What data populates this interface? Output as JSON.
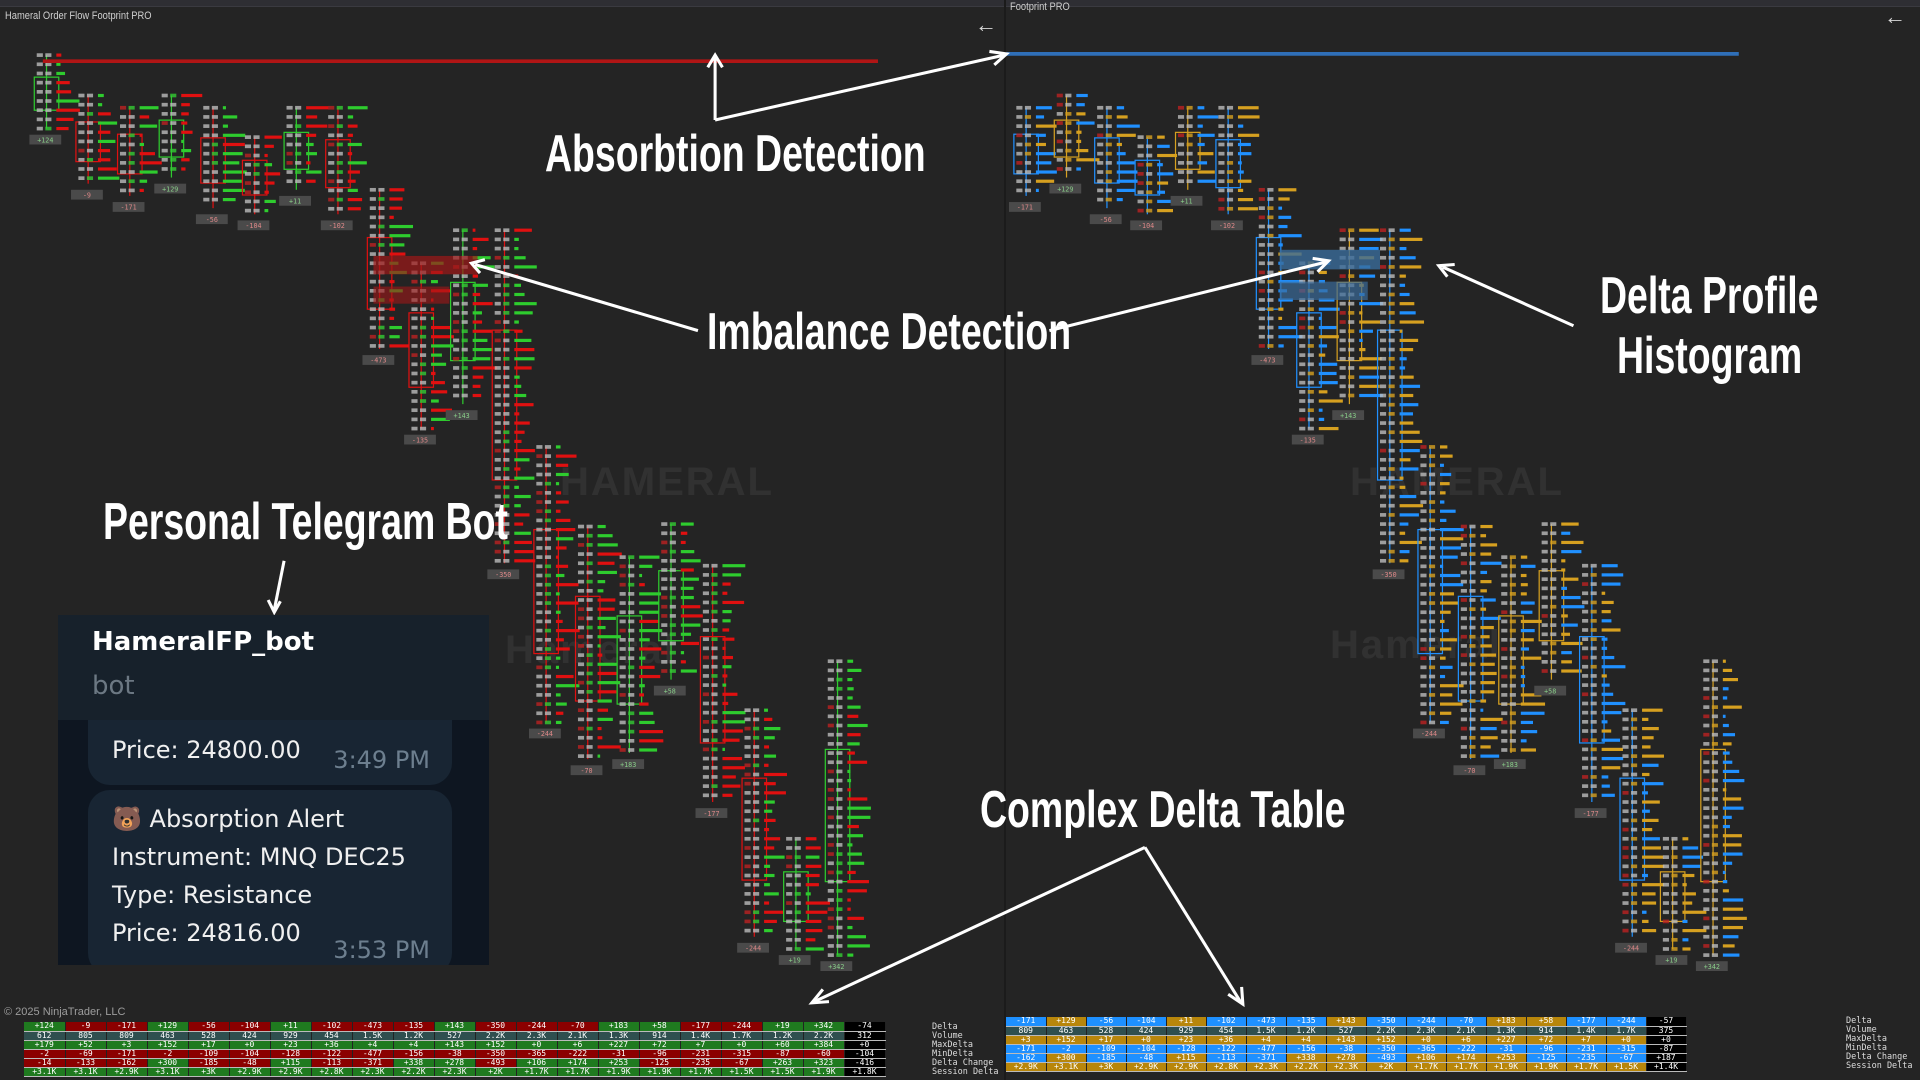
{
  "left_window": {
    "title": "Hameral Order Flow Footprint PRO",
    "back_icon": "arrow-left"
  },
  "right_window": {
    "title": "Footprint PRO",
    "back_icon": "arrow-left"
  },
  "annotations": {
    "absorption": "Absorbtion Detection",
    "imbalance": "Imbalance Detection",
    "delta_profile_1": "Delta Profile",
    "delta_profile_2": "Histogram",
    "telegram": "Personal Telegram Bot",
    "delta_table": "Complex Delta Table"
  },
  "watermark": {
    "logo": "HAMERAL",
    "text": "Hameral"
  },
  "telegram": {
    "bot_name": "HameralFP_bot",
    "bot_subtitle": "bot",
    "messages": [
      {
        "lines": [
          "Price: 24800.00"
        ],
        "time": "3:49 PM"
      },
      {
        "icon": "🐻",
        "lines": [
          "Absorption Alert",
          "Instrument: MNQ DEC25",
          "Type: Resistance",
          "Price: 24816.00"
        ],
        "time": "3:53 PM"
      }
    ]
  },
  "colors": {
    "pos_left": "#1f7a1f",
    "neg_left": "#8b0000",
    "pos_right": "#b8860b",
    "neg_right": "#1e90ff",
    "volume": "#2f4f4f",
    "total": "#000000",
    "absorb_left": "#b01515",
    "absorb_right": "#2f6fb8"
  },
  "table": {
    "row_labels": [
      "Delta",
      "Volume",
      "MaxDelta",
      "MinDelta",
      "Delta Change",
      "Session Delta"
    ],
    "rows": [
      [
        "+124",
        "-9",
        "-171",
        "+129",
        "-56",
        "-104",
        "+11",
        "-102",
        "-473",
        "-135",
        "+143",
        "-350",
        "-244",
        "-70",
        "+183",
        "+58",
        "-177",
        "-244",
        "+19",
        "+342"
      ],
      [
        "612",
        "805",
        "809",
        "463",
        "528",
        "424",
        "929",
        "454",
        "1.5K",
        "1.2K",
        "527",
        "2.2K",
        "2.3K",
        "2.1K",
        "1.3K",
        "914",
        "1.4K",
        "1.7K",
        "1.2K",
        "2.2K"
      ],
      [
        "+179",
        "+52",
        "+3",
        "+152",
        "+17",
        "+0",
        "+23",
        "+36",
        "+4",
        "+4",
        "+143",
        "+152",
        "+0",
        "+6",
        "+227",
        "+72",
        "+7",
        "+0",
        "+60",
        "+384"
      ],
      [
        "-2",
        "-69",
        "-171",
        "-2",
        "-109",
        "-104",
        "-128",
        "-122",
        "-477",
        "-156",
        "-38",
        "-350",
        "-365",
        "-222",
        "-31",
        "-96",
        "-231",
        "-315",
        "-87",
        "-60"
      ],
      [
        "-14",
        "-133",
        "-162",
        "+300",
        "-185",
        "-48",
        "+115",
        "-113",
        "-371",
        "+338",
        "+278",
        "-493",
        "+106",
        "+174",
        "+253",
        "-125",
        "-235",
        "-67",
        "+263",
        "+323"
      ],
      [
        "+3.1K",
        "+3.1K",
        "+2.9K",
        "+3.1K",
        "+3K",
        "+2.9K",
        "+2.9K",
        "+2.8K",
        "+2.3K",
        "+2.2K",
        "+2.3K",
        "+2K",
        "+1.7K",
        "+1.7K",
        "+1.9K",
        "+1.9K",
        "+1.7K",
        "+1.5K",
        "+1.5K",
        "+1.9K"
      ]
    ],
    "left_total": [
      "-74",
      "312",
      "+0",
      "-104",
      "-416",
      "+1.8K"
    ],
    "right_total": [
      "-57",
      "375",
      "+0",
      "-87",
      "+187",
      "+1.4K"
    ]
  },
  "copyright": "© 2025 NinjaTrader, LLC"
}
